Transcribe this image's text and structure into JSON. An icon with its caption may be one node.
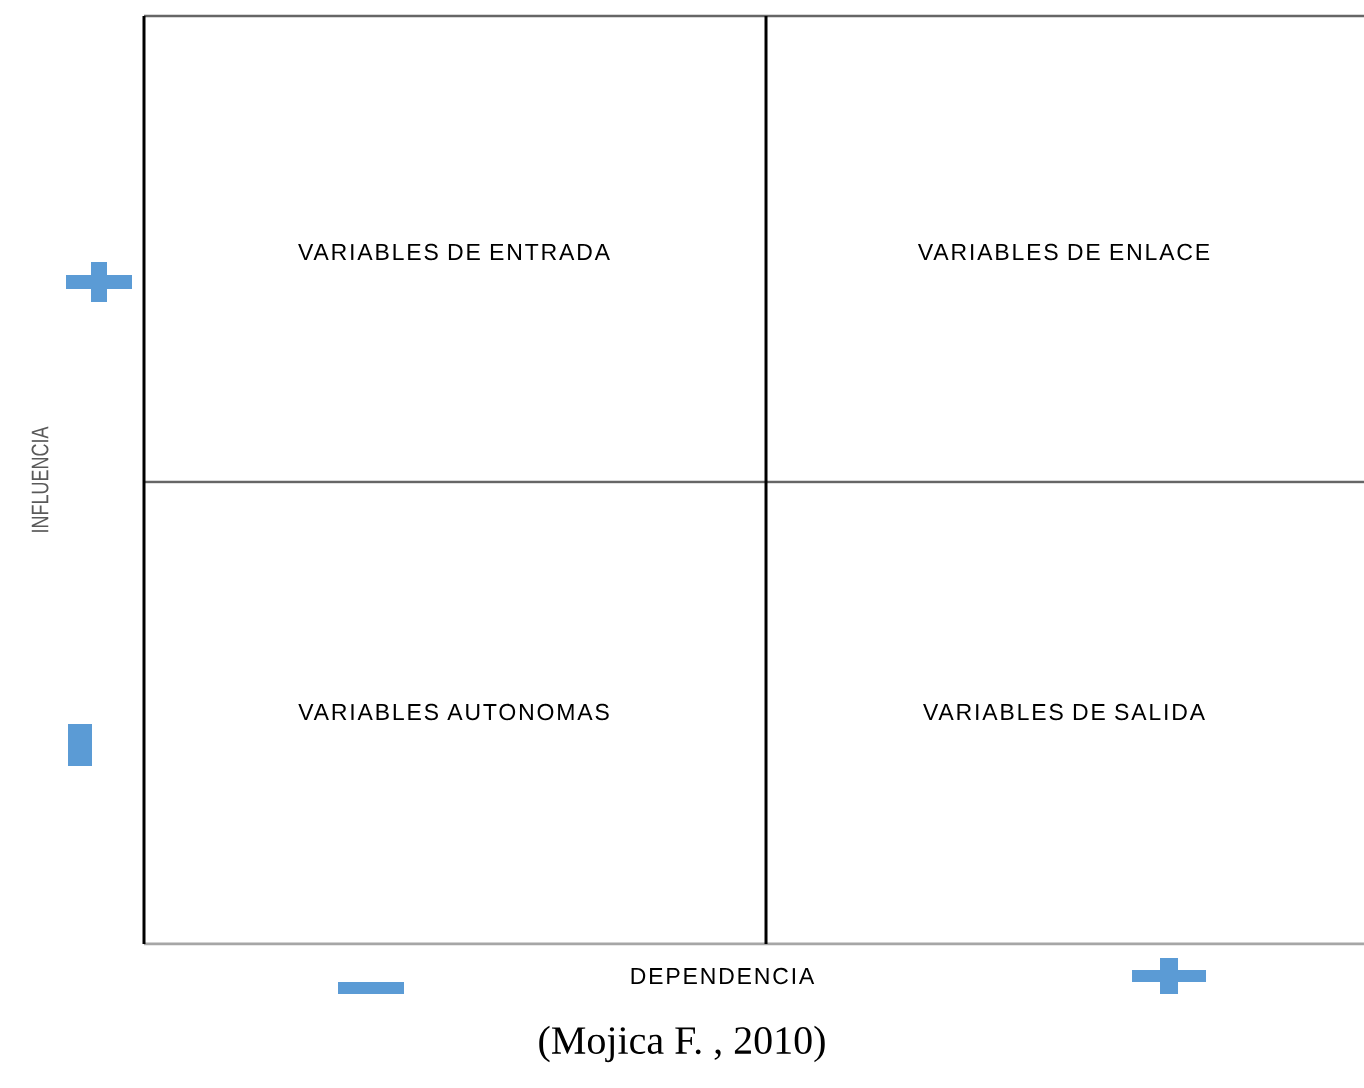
{
  "diagram": {
    "caption": "(Mojica F. , 2010)",
    "nodes": [
      {
        "text": [
          "VARIABLES DE ENTRADA"
        ]
      },
      {
        "text": [
          "VARIABLES DE ENLACE"
        ]
      },
      {
        "text": [
          "VARIABLES AUTONOMAS"
        ]
      },
      {
        "text": [
          "VARIABLES DE SALIDA"
        ]
      }
    ],
    "labels": [
      "INFLUENCIA",
      "DEPENDENCIA"
    ]
  }
}
